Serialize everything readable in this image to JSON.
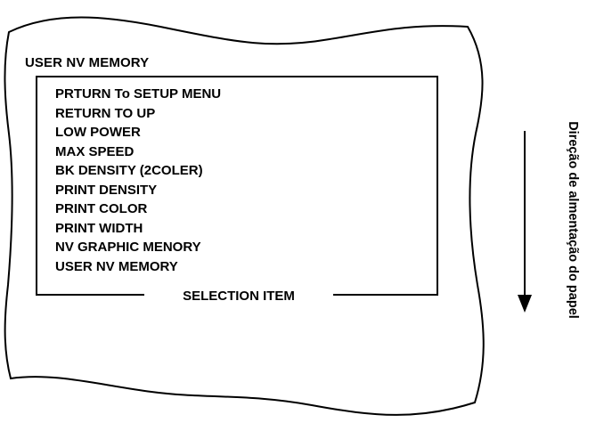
{
  "paper": {
    "heading": "USER NV MEMORY",
    "menu_items": [
      "PRTURN To SETUP MENU",
      "RETURN TO UP",
      "LOW POWER",
      "MAX SPEED",
      "BK DENSITY (2COLER)",
      "PRINT DENSITY",
      "PRINT COLOR",
      "PRINT WIDTH",
      "NV GRAPHIC MENORY",
      "USER NV MEMORY"
    ],
    "frame_caption": "SELECTION ITEM"
  },
  "feed": {
    "direction_label": "Direção de almentação do papel",
    "arrow_direction": "down"
  },
  "colors": {
    "ink": "#000000",
    "paper": "#ffffff"
  }
}
